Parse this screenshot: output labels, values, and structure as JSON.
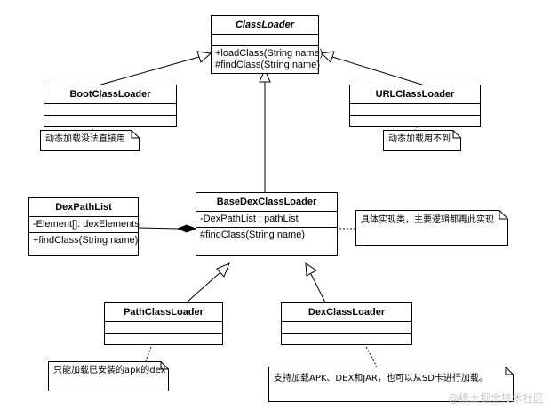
{
  "classes": {
    "classloader": {
      "name": "ClassLoader",
      "methods": [
        "+loadClass(String name)",
        "#findClass(String name)"
      ]
    },
    "bootclassloader": {
      "name": "BootClassLoader"
    },
    "urlclassloader": {
      "name": "URLClassLoader"
    },
    "basedexclassloader": {
      "name": "BaseDexClassLoader",
      "fields": [
        "-DexPathList : pathList"
      ],
      "methods": [
        "#findClass(String name)"
      ]
    },
    "dexpathlist": {
      "name": "DexPathList",
      "fields": [
        "-Element[]: dexElements"
      ],
      "methods": [
        "+findClass(String name)"
      ]
    },
    "pathclassloader": {
      "name": "PathClassLoader"
    },
    "dexclassloader": {
      "name": "DexClassLoader"
    }
  },
  "notes": {
    "boot": "动态加载没法直接用",
    "url": "动态加载用不到",
    "basedex": "具体实现类，主要逻辑都再此实现",
    "path": "只能加载已安装的apk的dex",
    "dex": "支持加载APK、DEX和JAR，也可以从SD卡进行加载。"
  },
  "watermark": "@稀土掘金技术社区"
}
